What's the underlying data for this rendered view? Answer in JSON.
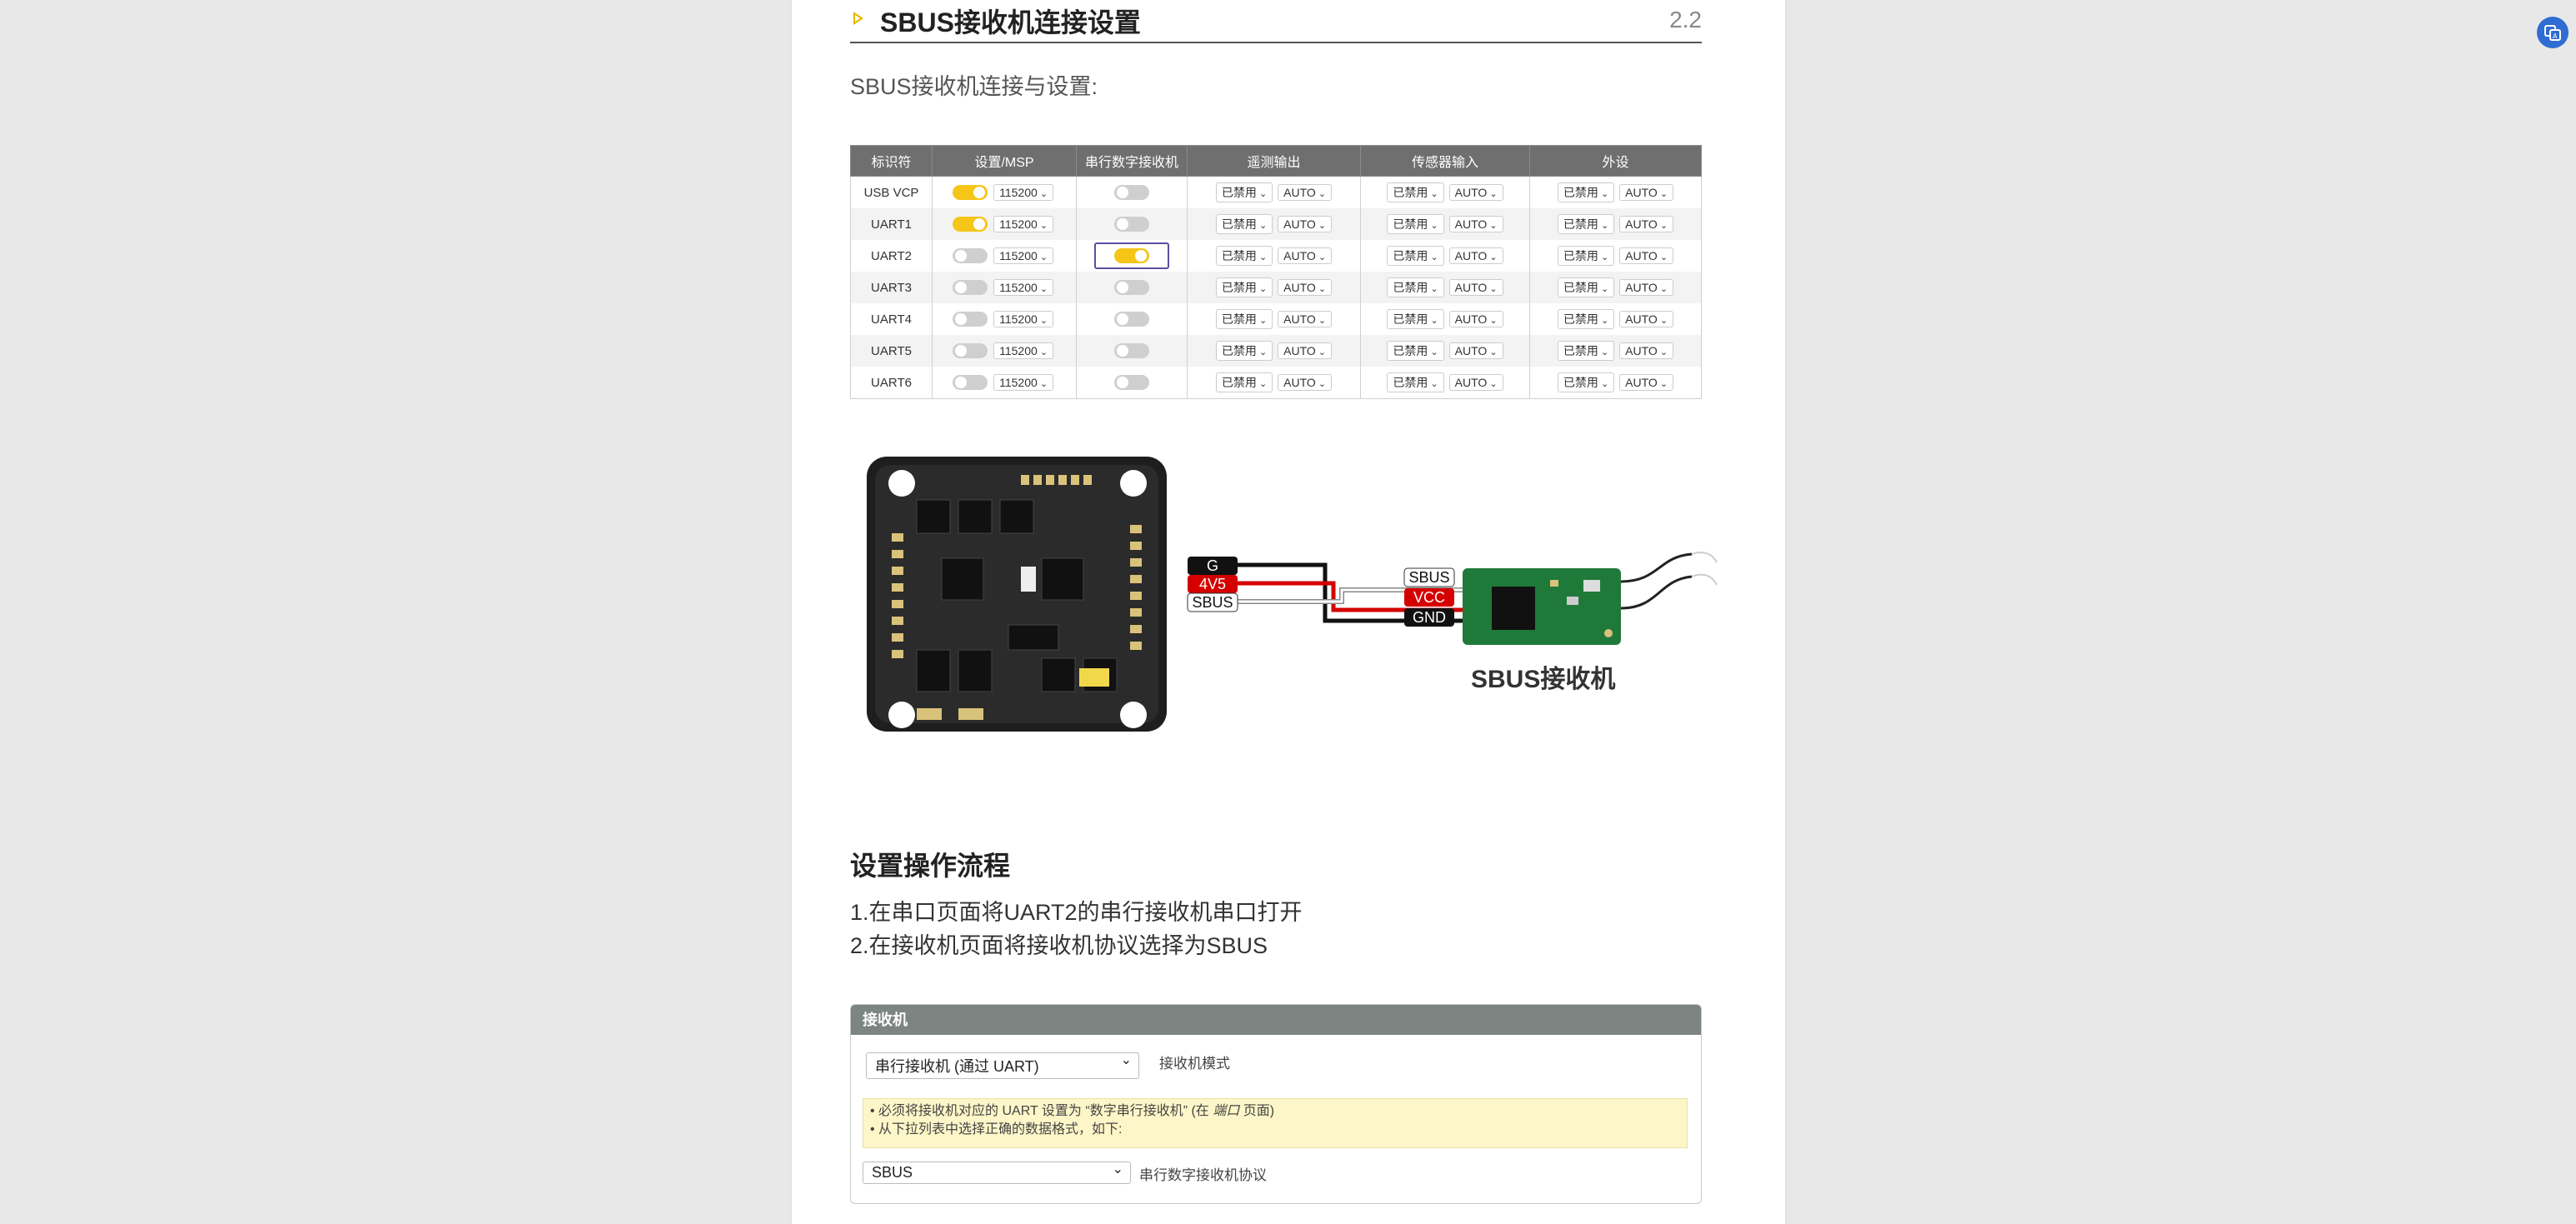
{
  "section": {
    "title": "SBUS接收机连接设置",
    "number": "2.2"
  },
  "subtitle": "SBUS接收机连接与设置:",
  "ports_table": {
    "headers": [
      "标识符",
      "设置/MSP",
      "串行数字接收机",
      "遥测输出",
      "传感器输入",
      "外设"
    ],
    "rows": [
      {
        "id": "USB VCP",
        "msp_on": true,
        "baud": "115200",
        "rx_on": false,
        "highlight": false
      },
      {
        "id": "UART1",
        "msp_on": true,
        "baud": "115200",
        "rx_on": false,
        "highlight": false
      },
      {
        "id": "UART2",
        "msp_on": false,
        "baud": "115200",
        "rx_on": true,
        "highlight": true
      },
      {
        "id": "UART3",
        "msp_on": false,
        "baud": "115200",
        "rx_on": false,
        "highlight": false
      },
      {
        "id": "UART4",
        "msp_on": false,
        "baud": "115200",
        "rx_on": false,
        "highlight": false
      },
      {
        "id": "UART5",
        "msp_on": false,
        "baud": "115200",
        "rx_on": false,
        "highlight": false
      },
      {
        "id": "UART6",
        "msp_on": false,
        "baud": "115200",
        "rx_on": false,
        "highlight": false
      }
    ],
    "disabled_label": "已禁用",
    "auto_label": "AUTO"
  },
  "diagram": {
    "fc_pins": [
      "G",
      "4V5",
      "SBUS"
    ],
    "rx_pins": [
      "SBUS",
      "VCC",
      "GND"
    ],
    "receiver_label": "SBUS接收机"
  },
  "flow_heading": "设置操作流程",
  "steps": [
    "1.在串口页面将UART2的串行接收机串口打开",
    "2.在接收机页面将接收机协议选择为SBUS"
  ],
  "receiver_panel": {
    "title": "接收机",
    "mode_select": "串行接收机 (通过 UART)",
    "mode_label": "接收机模式",
    "note_line1_prefix": "• 必须将接收机对应的 UART 设置为 “数字串行接收机” (在 ",
    "note_line1_em": "端口",
    "note_line1_suffix": " 页面)",
    "note_line2": "• 从下拉列表中选择正确的数据格式，如下:",
    "protocol_select": "SBUS",
    "protocol_label": "串行数字接收机协议"
  },
  "colors": {
    "accent_yellow": "#f5c518",
    "header_gray": "#6f6f6f",
    "panel_head": "#7d8583",
    "pcb_green": "#1f7a3a"
  }
}
